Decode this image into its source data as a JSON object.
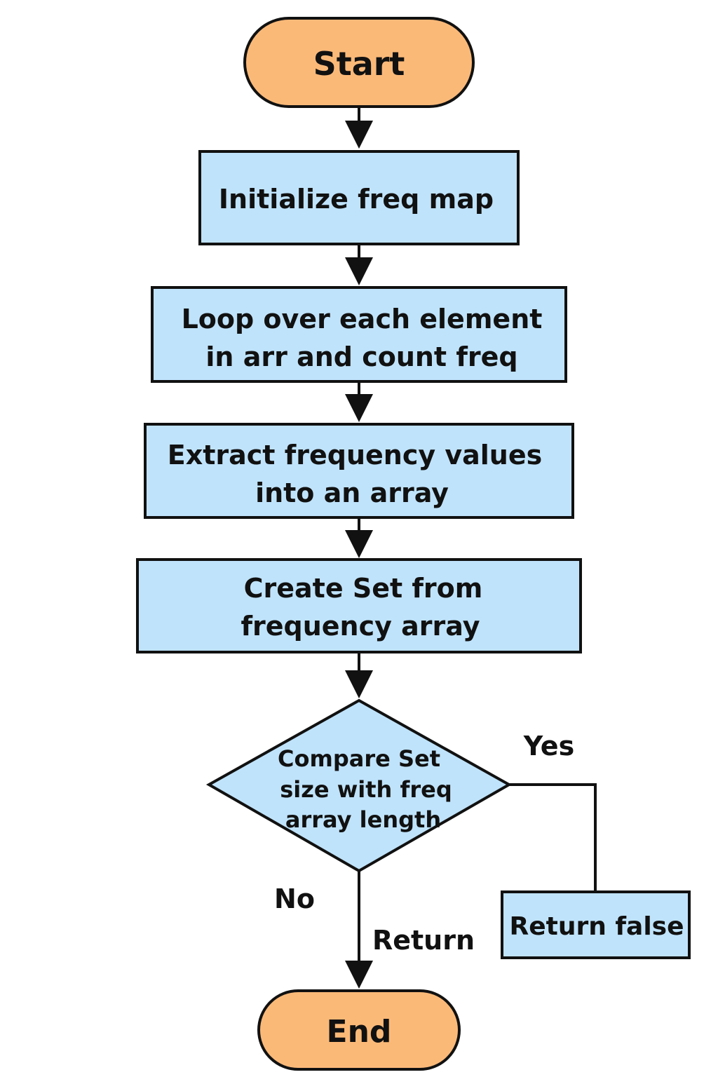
{
  "diagram": {
    "colors": {
      "terminal_fill": "#fbb978",
      "process_fill": "#bfe3fb",
      "decision_fill": "#bfe3fb",
      "stroke": "#111111",
      "background": "#ffffff"
    },
    "nodes": {
      "start": {
        "label": "Start"
      },
      "init": {
        "label": "Initialize freq map"
      },
      "loop": {
        "line1": "Loop over each element",
        "line2": "in arr and count freq"
      },
      "extract": {
        "line1": "Extract frequency values",
        "line2": "into an array"
      },
      "create_set": {
        "line1": "Create Set from",
        "line2": "frequency array"
      },
      "compare": {
        "line1": "Compare Set",
        "line2": "size with freq",
        "line3": "array length"
      },
      "return_false": {
        "label": "Return false"
      },
      "end": {
        "label": "End"
      }
    },
    "edge_labels": {
      "yes": "Yes",
      "no": "No",
      "return": "Return"
    }
  }
}
